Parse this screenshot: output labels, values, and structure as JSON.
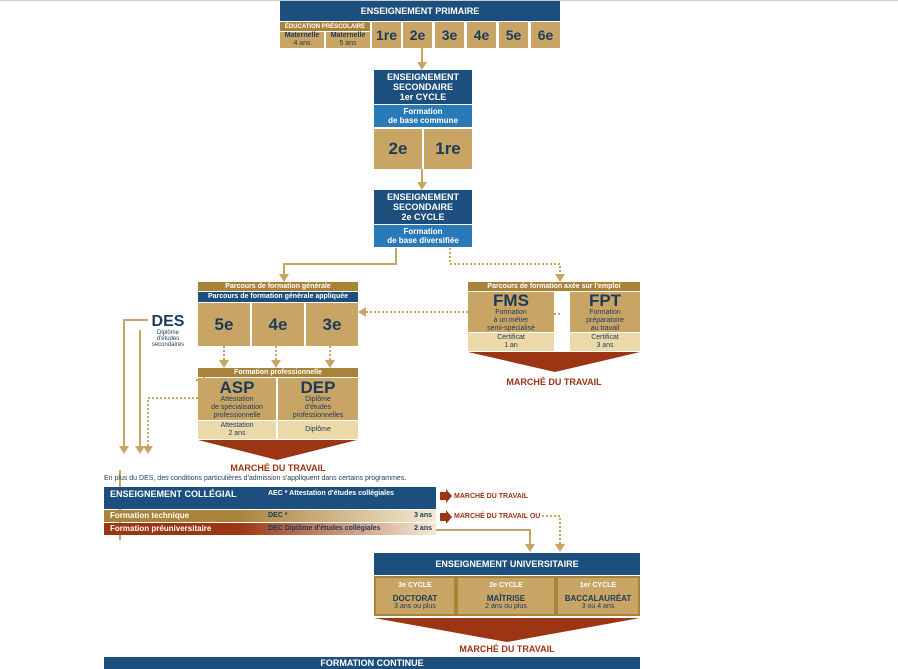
{
  "primary": {
    "title": "ENSEIGNEMENT PRIMAIRE",
    "preschool_label": "ÉDUCATION PRÉSCOLAIRE",
    "maternelle4": "Maternelle",
    "maternelle4_age": "4 ans",
    "maternelle5": "Maternelle",
    "maternelle5_age": "5 ans",
    "grades": [
      "1re",
      "2e",
      "3e",
      "4e",
      "5e",
      "6e"
    ]
  },
  "sec1": {
    "title_l1": "ENSEIGNEMENT",
    "title_l2": "SECONDAIRE",
    "title_l3": "1er CYCLE",
    "formation_l1": "Formation",
    "formation_l2": "de base commune",
    "grades": [
      "2e",
      "1re"
    ]
  },
  "sec2": {
    "title_l1": "ENSEIGNEMENT",
    "title_l2": "SECONDAIRE",
    "title_l3": "2e CYCLE",
    "formation_l1": "Formation",
    "formation_l2": "de base diversifiée"
  },
  "general": {
    "title": "Parcours de formation générale",
    "applied": "Parcours de formation générale appliquée",
    "grades": [
      "5e",
      "4e",
      "3e"
    ]
  },
  "des": {
    "acronym": "DES",
    "desc_l1": "Diplôme",
    "desc_l2": "d'études",
    "desc_l3": "secondaires"
  },
  "employment": {
    "title": "Parcours de formation axée sur l'emploi",
    "fms": {
      "acronym": "FMS",
      "l1": "Formation",
      "l2": "à un métier",
      "l3": "semi-spécialisé",
      "cert": "Certificat",
      "dur": "1 an"
    },
    "fpt": {
      "acronym": "FPT",
      "l1": "Formation",
      "l2": "préparatoire",
      "l3": "au travail",
      "cert": "Certificat",
      "dur": "3 ans"
    },
    "market": "MARCHÉ DU TRAVAIL"
  },
  "professional": {
    "title": "Formation professionnelle",
    "asp": {
      "acronym": "ASP",
      "l1": "Attestation",
      "l2": "de spécialisation",
      "l3": "professionnelle",
      "cert": "Attestation",
      "dur": "2 ans"
    },
    "dep": {
      "acronym": "DEP",
      "l1": "Diplôme",
      "l2": "d'études",
      "l3": "professionnelles",
      "cert": "Diplôme"
    },
    "market": "MARCHÉ DU TRAVAIL"
  },
  "note": "En plus du DES, des conditions particulières d'admission s'appliquent dans certains programmes.",
  "college": {
    "title": "ENSEIGNEMENT COLLÉGIAL",
    "aec": "AEC * Attestation d'études collégiales",
    "tech_label": "Formation technique",
    "tech_dec": "DEC *",
    "tech_dur": "3 ans",
    "preu_label": "Formation préuniversitaire",
    "preu_dec": "DEC Diplôme d'études collégiales",
    "preu_dur": "2 ans",
    "market1": "MARCHÉ DU TRAVAIL",
    "market2": "MARCHÉ DU TRAVAIL OU"
  },
  "university": {
    "title": "ENSEIGNEMENT UNIVERSITAIRE",
    "c3": {
      "cycle": "3e CYCLE",
      "name": "DOCTORAT",
      "dur": "3 ans ou plus"
    },
    "c2": {
      "cycle": "2e CYCLE",
      "name": "MAÎTRISE",
      "dur": "2 ans ou plus"
    },
    "c1": {
      "cycle": "1er CYCLE",
      "name": "BACCALAURÉAT",
      "dur": "3 ou 4 ans"
    },
    "market": "MARCHÉ DU TRAVAIL"
  },
  "continuing": "FORMATION CONTINUE"
}
